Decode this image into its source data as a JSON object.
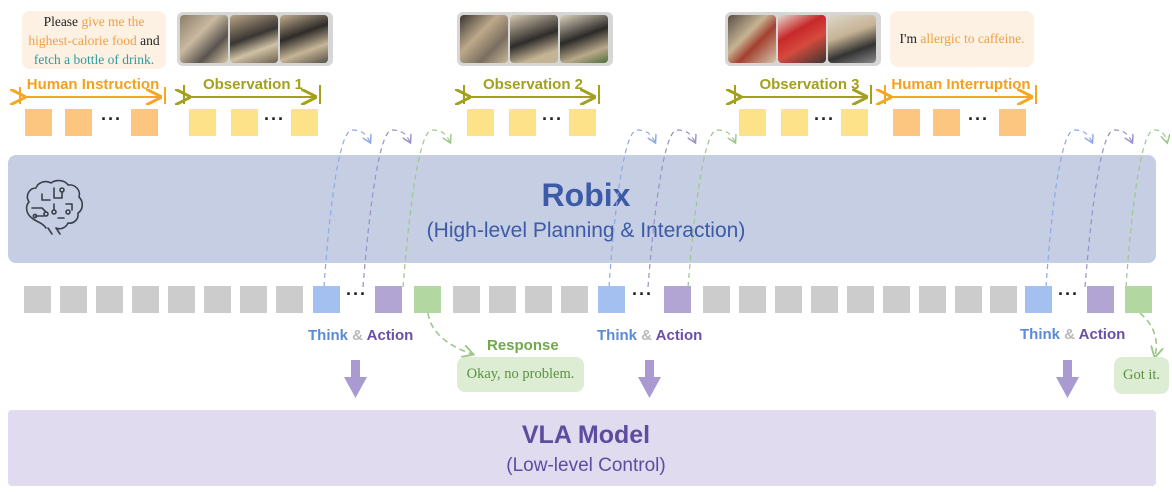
{
  "human_instruction": {
    "label": "Human Instruction",
    "text_parts": [
      {
        "text": "Please ",
        "style": "plain"
      },
      {
        "text": "give me the highest-calorie food",
        "style": "orange"
      },
      {
        "text": " and ",
        "style": "plain"
      },
      {
        "text": "fetch a bottle of drink.",
        "style": "teal"
      }
    ]
  },
  "observations": [
    {
      "label": "Observation 1",
      "frames": [
        "overhead-table-view",
        "robot-arm-view",
        "robot-arm-view"
      ]
    },
    {
      "label": "Observation 2",
      "frames": [
        "overhead-table-view",
        "robot-arm-view",
        "robot-arm-view"
      ]
    },
    {
      "label": "Observation 3",
      "frames": [
        "overhead-table-view",
        "red-object-closeup",
        "robot-arm-view"
      ]
    }
  ],
  "human_interruption": {
    "label": "Human Interruption",
    "text_parts": [
      {
        "text": "I'm ",
        "style": "plain"
      },
      {
        "text": "allergic to caffeine.",
        "style": "orange"
      }
    ]
  },
  "robix": {
    "title": "Robix",
    "subtitle": "(High-level Planning & Interaction)",
    "icon": "brain-circuit-icon"
  },
  "think_action": {
    "think": "Think",
    "amp": "&",
    "action": "Action"
  },
  "responses": [
    {
      "label": "Response",
      "text": "Okay, no problem."
    },
    {
      "label": "",
      "text": "Got it."
    }
  ],
  "vla": {
    "title": "VLA Model",
    "subtitle": "(Low-level Control)"
  },
  "ellipsis": "···",
  "colors": {
    "instruction_orange": "#f5a623",
    "observation_olive": "#a3a11c",
    "token_orange": "#fdc680",
    "token_yellow": "#fde28a",
    "token_gray": "#cccccc",
    "token_blue": "#a4c0f0",
    "token_purple": "#b2a5d3",
    "token_green": "#b2d7a0",
    "robix_bg": "#c5cee3",
    "vla_bg": "#e0dbef"
  }
}
